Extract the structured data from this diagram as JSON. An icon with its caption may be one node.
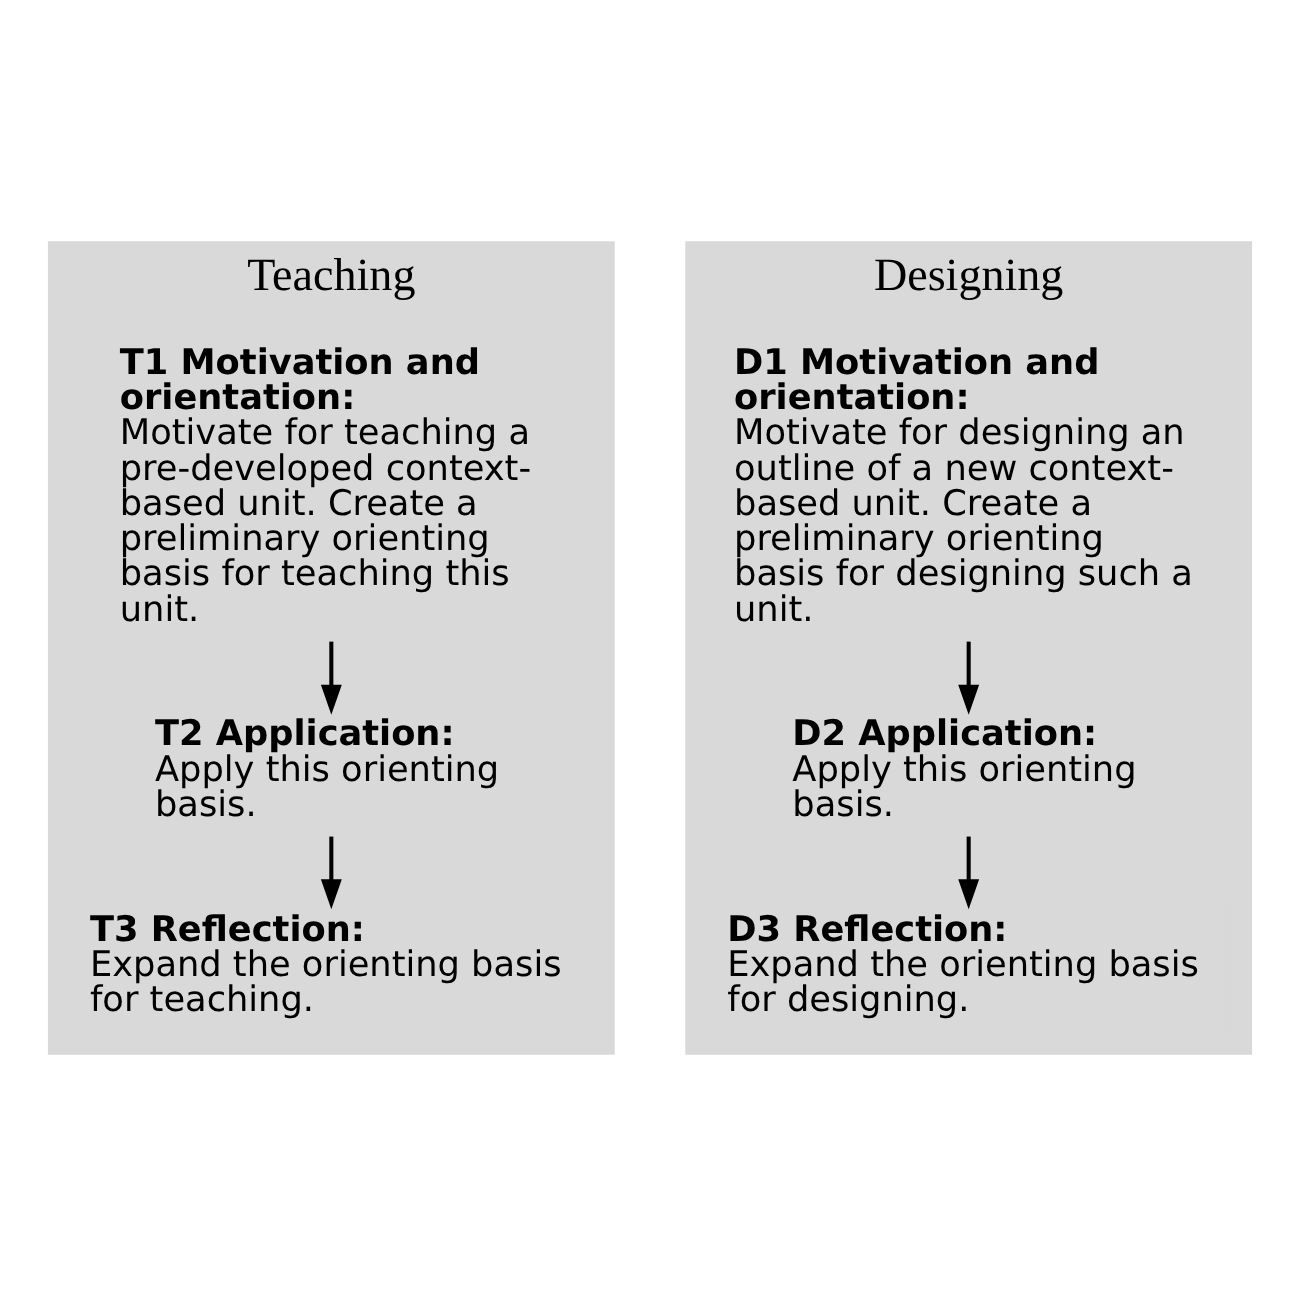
{
  "diagram": {
    "nodes": [
      {
        "text": [
          "Teaching"
        ]
      },
      {
        "text": [
          "T1 Motivation and orientation:",
          "Motivate for teaching a pre-developed context-based unit. Create a preliminary orienting basis for teaching this unit."
        ],
        "in": 0
      },
      {
        "text": [
          "T2 Application:",
          "Apply this orienting basis."
        ],
        "in": 0
      },
      {
        "text": [
          "T3 Reflection:",
          "Expand the orienting basis for teaching."
        ],
        "in": 0
      },
      {
        "text": [
          "Designing"
        ]
      },
      {
        "text": [
          "D1 Motivation and orientation:",
          "Motivate for designing an outline of a new context-based unit. Create a preliminary orienting basis for designing such a unit."
        ],
        "in": 4
      },
      {
        "text": [
          "D2 Application:",
          "Apply this orienting basis."
        ],
        "in": 4
      },
      {
        "text": [
          "D3 Reflection:",
          "Expand the orienting basis for designing."
        ],
        "in": 4
      }
    ],
    "edges": [
      {
        "from": 1,
        "to": 2,
        "arrow": "to"
      },
      {
        "from": 2,
        "to": 3,
        "arrow": "to"
      },
      {
        "from": 5,
        "to": 6,
        "arrow": "to"
      },
      {
        "from": 6,
        "to": 7,
        "arrow": "to"
      }
    ]
  }
}
